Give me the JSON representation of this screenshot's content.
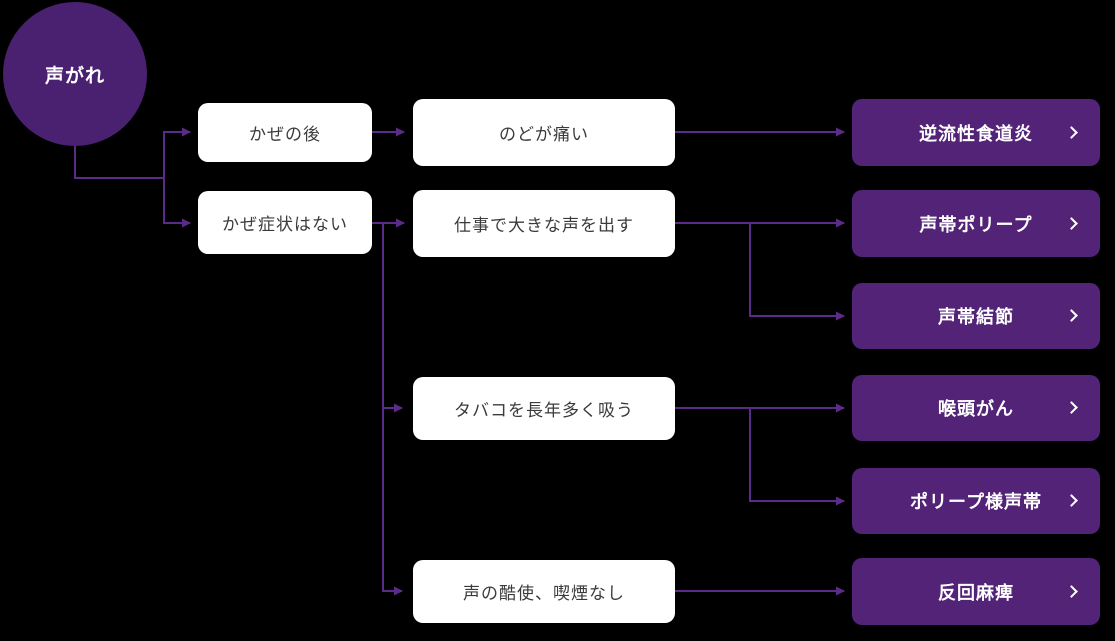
{
  "diagram": {
    "root": {
      "label": "声がれ"
    },
    "conditions": [
      {
        "id": "kaze-no-ato",
        "label": "かぜの後"
      },
      {
        "id": "nodo-ga-itai",
        "label": "のどが痛い"
      },
      {
        "id": "kaze-shoujou-nashi",
        "label": "かぜ症状はない"
      },
      {
        "id": "shigoto-ookina-koe",
        "label": "仕事で大きな声を出す"
      },
      {
        "id": "tabako-nagane",
        "label": "タバコを長年多く吸う"
      },
      {
        "id": "koe-no-kokushi",
        "label": "声の酷使、喫煙なし"
      }
    ],
    "diseases": [
      {
        "id": "gyakuryuusei-shokudouen",
        "label": "逆流性食道炎"
      },
      {
        "id": "seitai-polyp",
        "label": "声帯ポリープ"
      },
      {
        "id": "seitai-kessetsu",
        "label": "声帯結節"
      },
      {
        "id": "koutou-gan",
        "label": "喉頭がん"
      },
      {
        "id": "polyp-you-seitai",
        "label": "ポリープ様声帯"
      },
      {
        "id": "hankai-mahi",
        "label": "反回麻痺"
      }
    ],
    "colors": {
      "background": "#000000",
      "root_circle": "#4A2070",
      "condition_box_bg": "#FFFFFF",
      "condition_text": "#3B3B3B",
      "disease_box_bg": "#522376",
      "disease_text": "#FFFFFF",
      "connector_line": "#5C2B8A"
    }
  }
}
